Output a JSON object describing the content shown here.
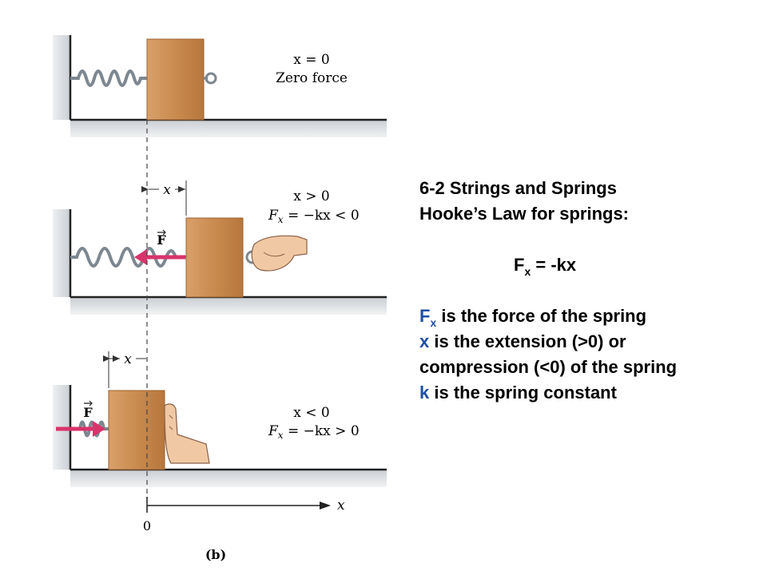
{
  "panels": {
    "top": {
      "line1": "x = 0",
      "line2": "Zero force"
    },
    "middle": {
      "line1": "x > 0",
      "line2_prefix": "F",
      "line2_sub": "x",
      "line2_rest": " = −kx < 0",
      "dim_label": "x",
      "force_label": "F"
    },
    "bottom": {
      "line1": "x < 0",
      "line2_prefix": "F",
      "line2_sub": "x",
      "line2_rest": " = −kx > 0",
      "dim_label": "x",
      "force_label": "F"
    }
  },
  "axis": {
    "label": "x",
    "origin": "0"
  },
  "figure_label": "(b)",
  "slide": {
    "title": "6-2 Strings and Springs",
    "subtitle": "Hooke’s Law for springs:",
    "formula_prefix": "F",
    "formula_sub": "x",
    "formula_rest": " = -kx",
    "def1_prefix": "F",
    "def1_sub": "x",
    "def1_rest": " is the force of the spring",
    "def2_prefix": "x",
    "def2_rest": " is the extension (>0) or",
    "def3": "compression (<0) of the spring",
    "def4_prefix": "k",
    "def4_rest": " is the spring constant"
  },
  "colors": {
    "block": "#c98b4e",
    "force_arrow": "#d9336b",
    "emphasis_text": "#1f4fa3",
    "wall": "#dfe3e6"
  }
}
